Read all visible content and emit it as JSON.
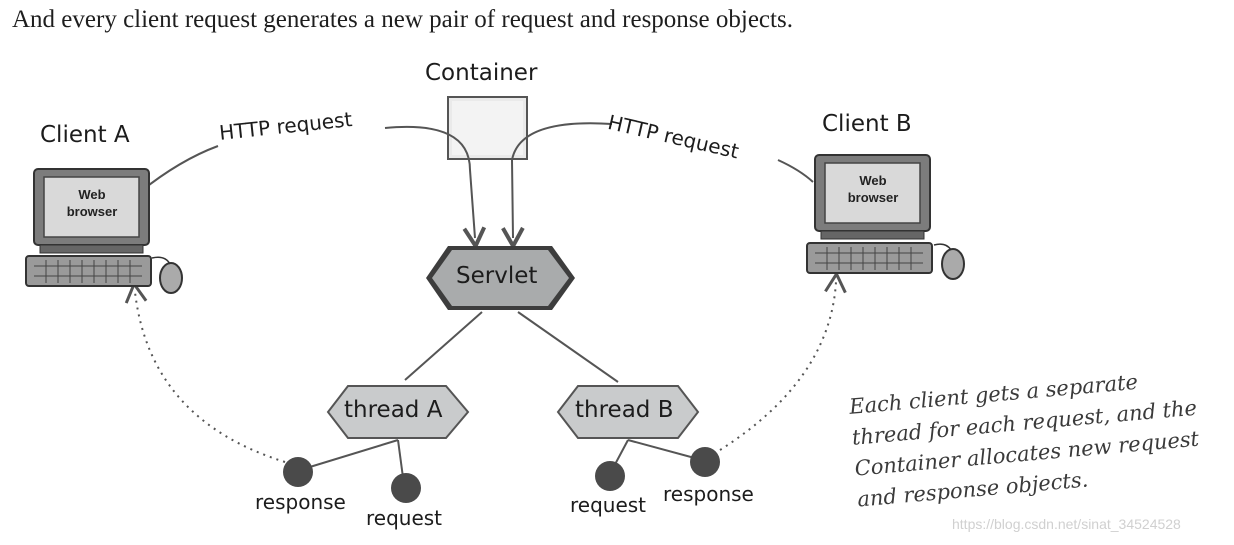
{
  "caption": "And every client request generates a new pair of request and response objects.",
  "nodes": {
    "container": "Container",
    "client_a": "Client A",
    "client_b": "Client B",
    "servlet": "Servlet",
    "thread_a": "thread A",
    "thread_b": "thread B"
  },
  "screens": {
    "line1": "Web",
    "line2": "browser"
  },
  "edges": {
    "http_a": "HTTP request",
    "http_b": "HTTP request"
  },
  "objects": {
    "a_response": "response",
    "a_request": "request",
    "b_request": "request",
    "b_response": "response"
  },
  "note": [
    "Each client gets a separate",
    "thread for each request, and the",
    "Container allocates new request",
    "and response objects."
  ],
  "watermark": "https://blog.csdn.net/sinat_34524528",
  "colors": {
    "node_fill": "#c9cbcc",
    "servlet_fill": "#a9abac",
    "line": "#555555",
    "dot": "#4a4a4a"
  }
}
